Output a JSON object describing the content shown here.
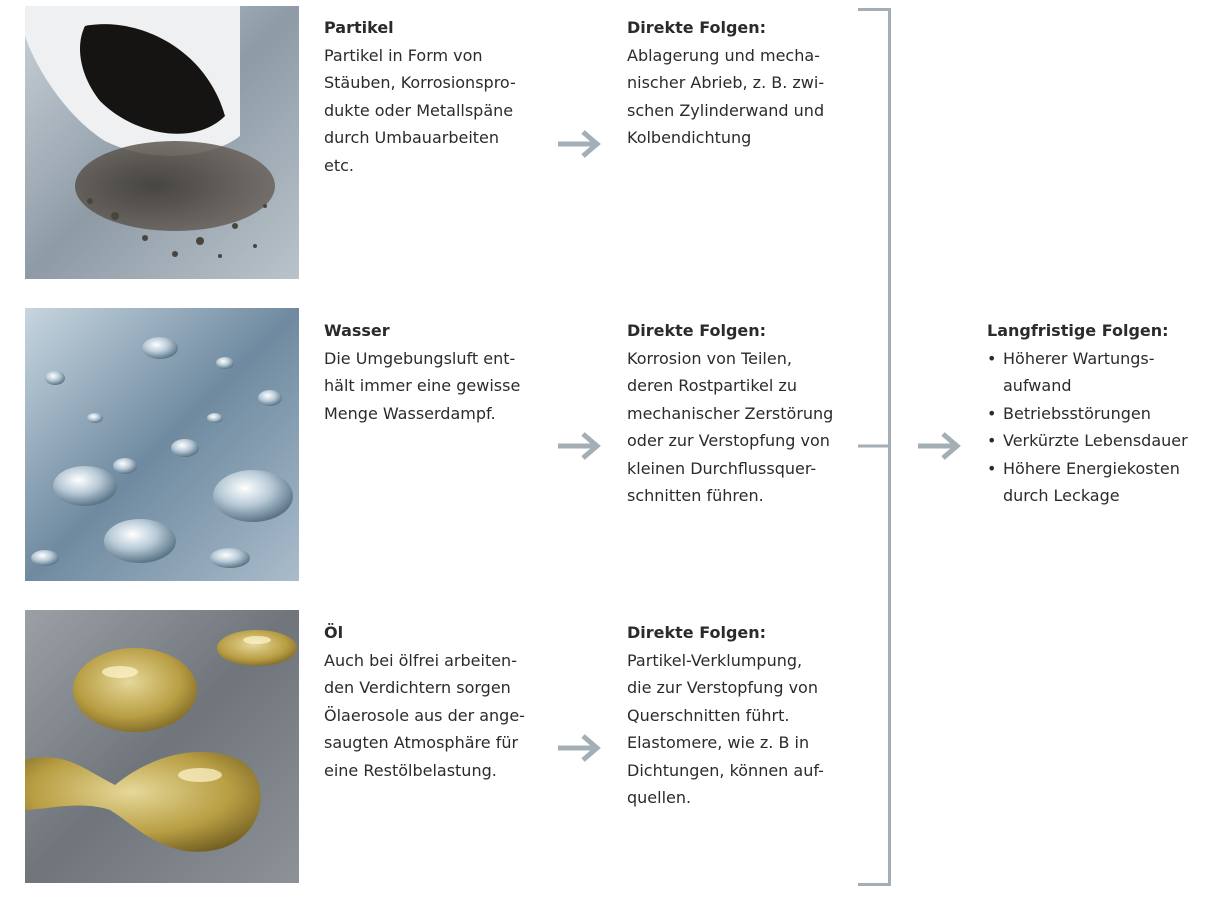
{
  "rows": [
    {
      "image": "dust-particles-photo",
      "title": "Partikel",
      "body": "Partikel in Form von\nStäuben, Korrosionspro-\ndukte oder Metallspäne\ndurch Umbauarbeiten\netc.",
      "consequence_title": "Direkte Folgen:",
      "consequence_body": "Ablagerung und mecha-\nnischer Abrieb, z. B. zwi-\nschen Zylinderwand und\nKolbendichtung"
    },
    {
      "image": "water-droplets-photo",
      "title": "Wasser",
      "body": "Die Umgebungsluft ent-\nhält immer eine gewisse\nMenge Wasserdampf.",
      "consequence_title": "Direkte Folgen:",
      "consequence_body": "Korrosion von Teilen,\nderen Rostpartikel zu\nmechanischer Zerstörung\noder zur Verstopfung von\nkleinen Durchflussquer-\nschnitten führen."
    },
    {
      "image": "oil-drops-photo",
      "title": "Öl",
      "body": "Auch bei ölfrei arbeiten-\nden Verdichtern sorgen\nÖlaerosole aus der ange-\nsaugten Atmosphäre für\neine Restölbelastung.",
      "consequence_title": "Direkte Folgen:",
      "consequence_body": "Partikel-Verklumpung,\ndie zur Verstopfung von\nQuerschnitten führt.\nElastomere, wie z. B in\nDichtungen, können auf-\nquellen."
    }
  ],
  "long_term": {
    "title": "Langfristige Folgen:",
    "items": [
      "Höherer Wartungs-\naufwand",
      "Betriebsstörungen",
      "Verkürzte Lebensdauer",
      "Höhere Energiekosten\ndurch Leckage"
    ]
  },
  "colors": {
    "arrow": "#a3aeb5",
    "bracket": "#a3aeb5",
    "text": "#2b2b2b"
  }
}
